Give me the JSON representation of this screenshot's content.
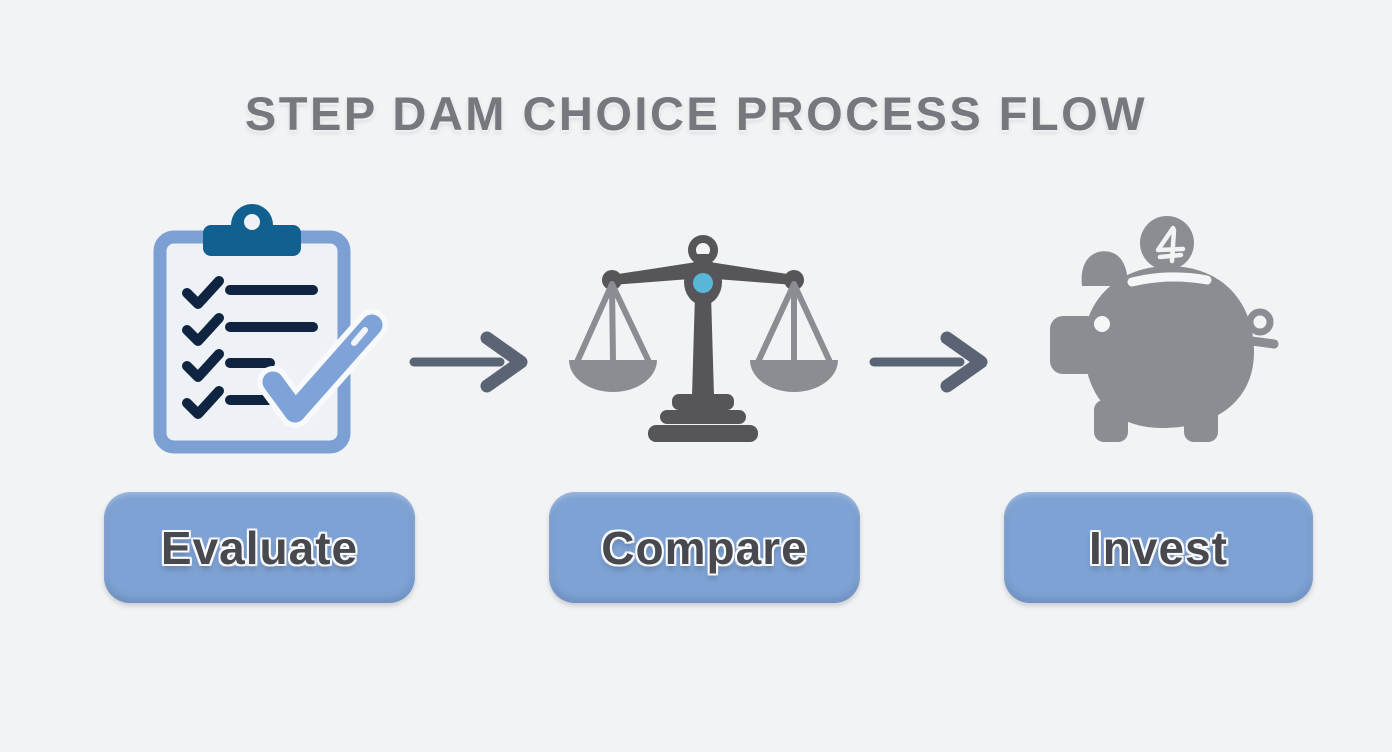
{
  "title": "STEP DAM CHOICE PROCESS FLOW",
  "steps": [
    {
      "label": "Evaluate",
      "icon": "checklist-clipboard-icon"
    },
    {
      "label": "Compare",
      "icon": "balance-scale-icon"
    },
    {
      "label": "Invest",
      "icon": "piggy-bank-icon"
    }
  ],
  "connectors": [
    {
      "icon": "flow-arrow-icon"
    },
    {
      "icon": "flow-arrow-icon"
    }
  ],
  "colors": {
    "background": "#f2f3f4",
    "title_text": "#76787d",
    "button_fill": "#7ea2d4",
    "button_text": "#47494e",
    "arrow": "#5a6474",
    "clipboard_frame": "#7ca0d4",
    "clipboard_clip": "#11608f",
    "clipboard_paper": "#eef2f7",
    "checklist_ink": "#0e2440",
    "big_check": "#7fa3d9",
    "scale_dark": "#55555a",
    "scale_light": "#8b8d92",
    "scale_pivot": "#58b7d7",
    "piggy": "#8b8d92",
    "coin_glyph": "#f2f3f4"
  }
}
